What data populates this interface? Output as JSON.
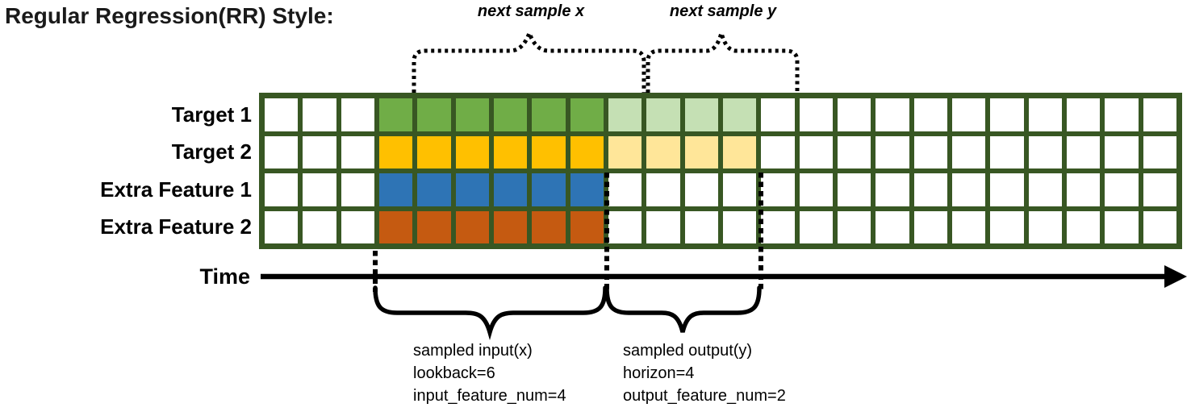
{
  "title": "Regular Regression(RR) Style:",
  "annotations": {
    "next_sample_x": "next sample x",
    "next_sample_y": "next sample y"
  },
  "rows": [
    {
      "label": "Target 1",
      "color": "#70AD47",
      "light_color": "#C5E0B4"
    },
    {
      "label": "Target 2",
      "color": "#FFC000",
      "light_color": "#FFE699"
    },
    {
      "label": "Extra Feature 1",
      "color": "#2E74B5",
      "light_color": null
    },
    {
      "label": "Extra Feature 2",
      "color": "#C55A11",
      "light_color": null
    }
  ],
  "grid": {
    "columns": 24,
    "border_color": "#385723",
    "empty_color": "#ffffff",
    "input_start_col": 3,
    "input_cols": 6,
    "output_start_col": 9,
    "output_cols": 4,
    "output_rows": [
      0,
      1
    ]
  },
  "time_axis": {
    "label": "Time"
  },
  "input_block": {
    "line1": "sampled input(x)",
    "line2": "lookback=6",
    "line3": "input_feature_num=4"
  },
  "output_block": {
    "line1": "sampled output(y)",
    "line2": "horizon=4",
    "line3": "output_feature_num=2"
  }
}
